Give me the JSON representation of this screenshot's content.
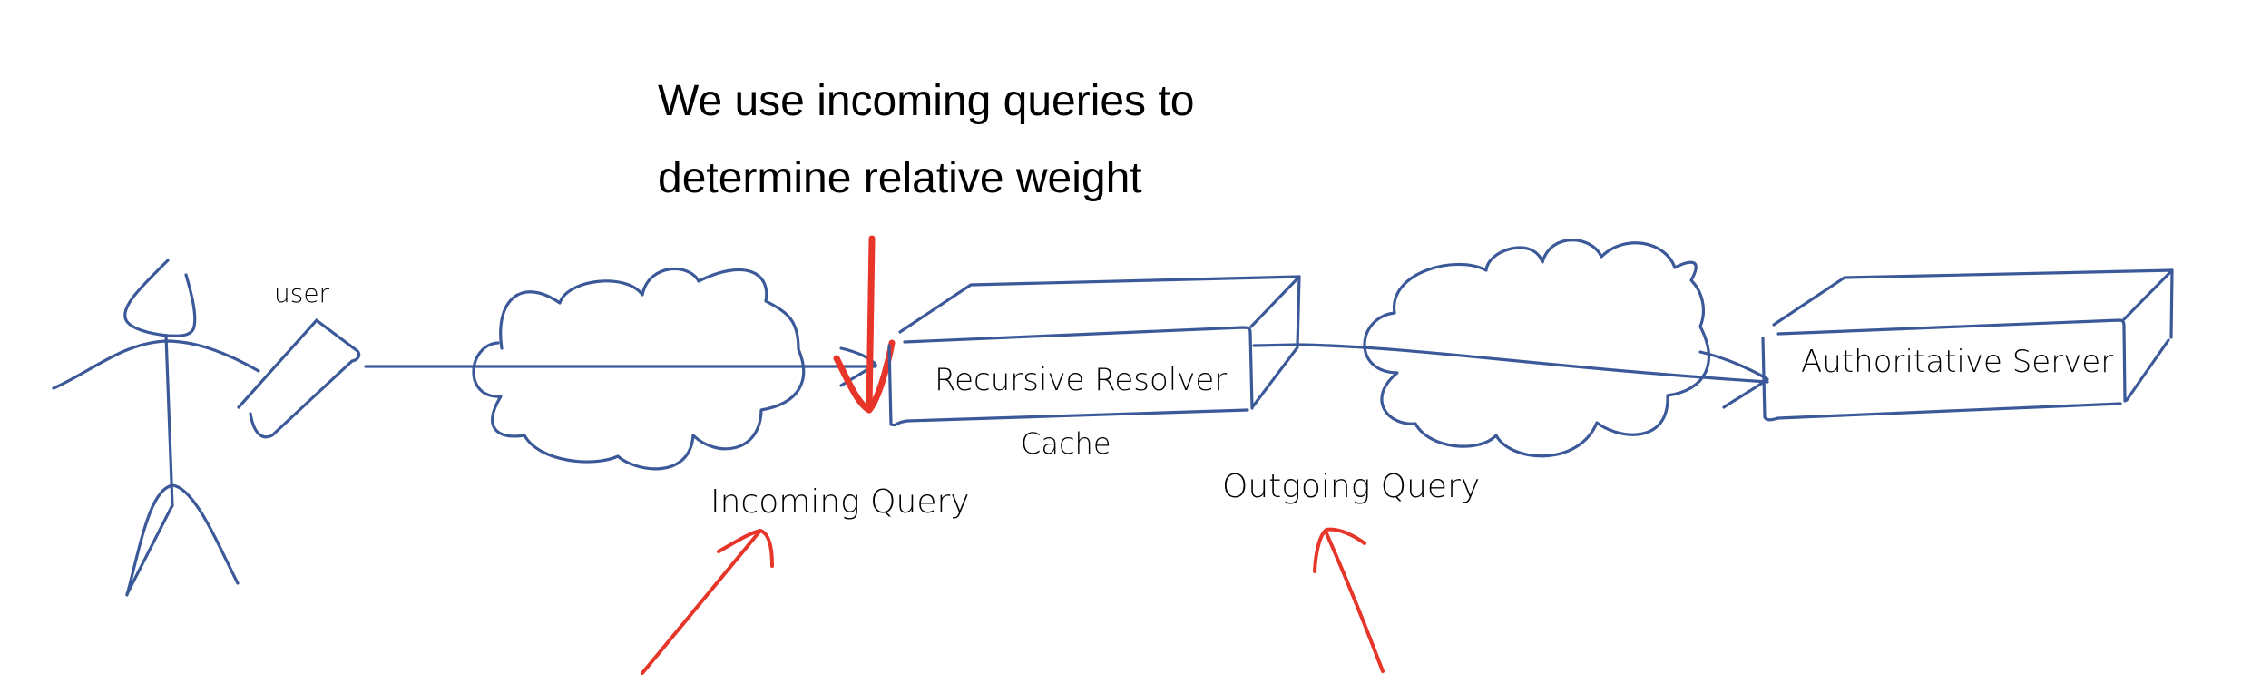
{
  "caption": {
    "line1": "We use incoming queries to",
    "line2": "determine relative weight"
  },
  "labels": {
    "user": "user",
    "recursive_resolver": "Recursive Resolver",
    "cache": "Cache",
    "authoritative_server": "Authoritative Server",
    "incoming_query": "Incoming Query",
    "outgoing_query": "Outgoing Query"
  },
  "colors": {
    "ink": "#3b5998",
    "highlight": "#e8352a",
    "text": "#000000"
  }
}
